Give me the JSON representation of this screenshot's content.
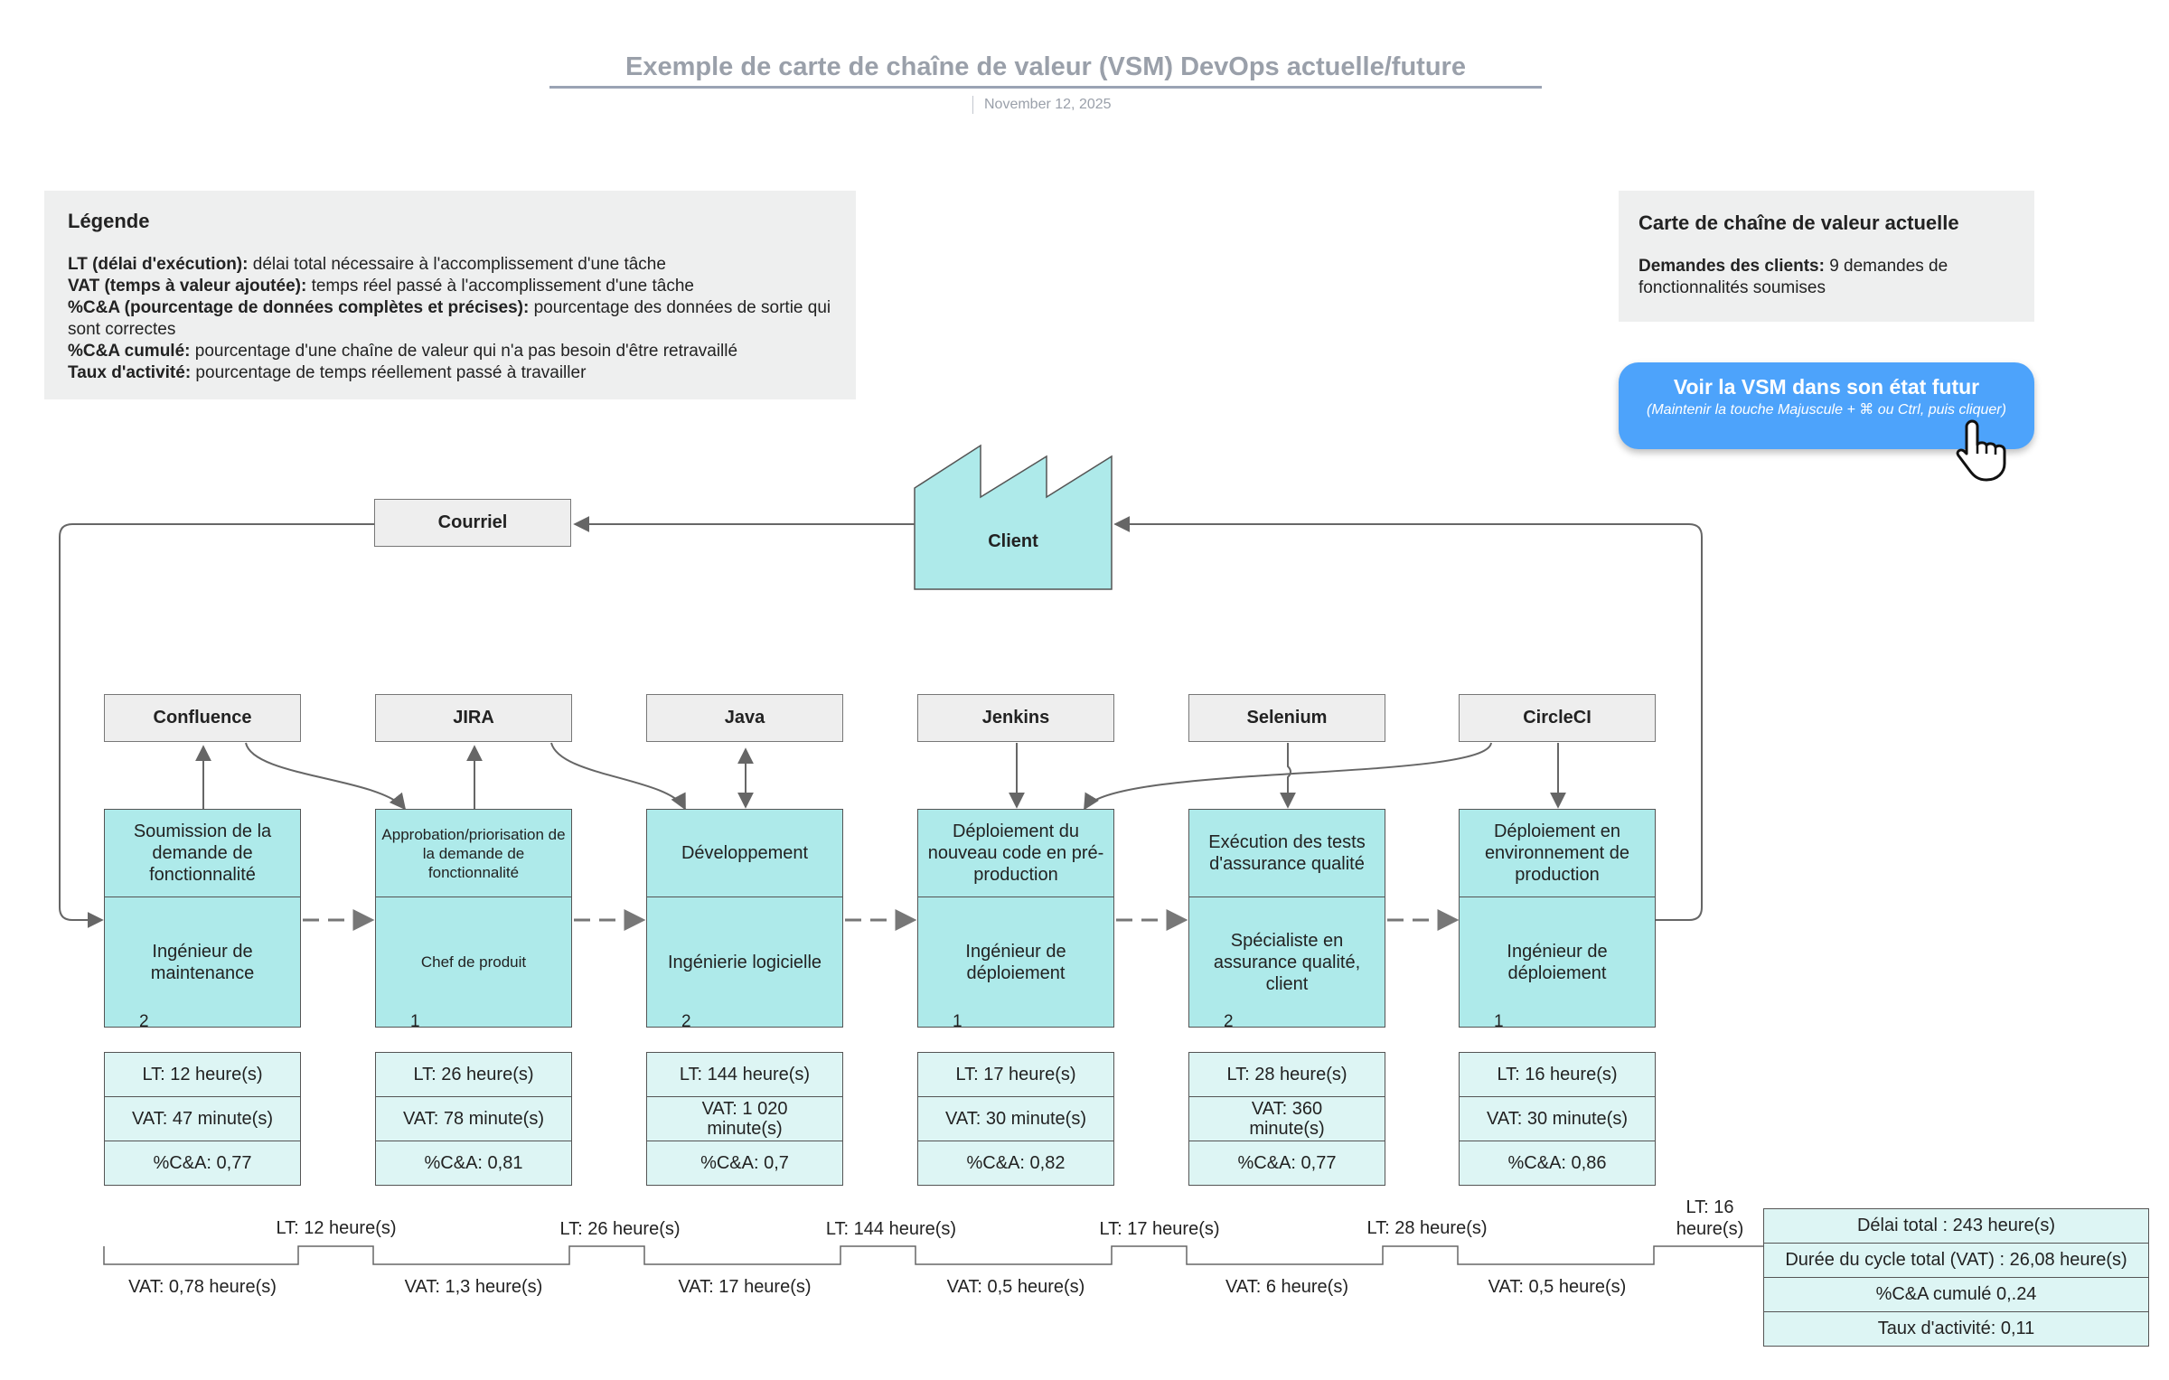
{
  "title": "Exemple de carte de chaîne de valeur (VSM) DevOps actuelle/future",
  "date": "November 12, 2025",
  "legend": {
    "title": "Légende",
    "rows": [
      {
        "term": "LT (délai d'exécution):",
        "desc": " délai total nécessaire à l'accomplissement d'une tâche"
      },
      {
        "term": "VAT (temps à valeur ajoutée):",
        "desc": " temps réel passé à l'accomplissement d'une tâche"
      },
      {
        "term": "%C&A (pourcentage de données complètes et précises):",
        "desc": " pourcentage des données de sortie qui sont correctes"
      },
      {
        "term": "%C&A cumulé:",
        "desc": " pourcentage d'une chaîne de valeur qui n'a pas besoin d'être retravaillé"
      },
      {
        "term": "Taux d'activité:",
        "desc": " pourcentage de temps réellement passé à travailler"
      }
    ]
  },
  "current_state": {
    "title": "Carte de chaîne de valeur actuelle",
    "demand_term": "Demandes des clients:",
    "demand_desc": " 9 demandes de fonctionnalités soumises"
  },
  "future_button": {
    "label": "Voir la VSM dans son état futur",
    "hint": "(Maintenir la touche Majuscule + ⌘ ou Ctrl, puis cliquer)"
  },
  "courriel": "Courriel",
  "client": "Client",
  "tools": [
    "Confluence",
    "JIRA",
    "Java",
    "Jenkins",
    "Selenium",
    "CircleCI"
  ],
  "processes": [
    {
      "title": "Soumission de la demande de fonctionnalité",
      "role": "Ingénieur de maintenance",
      "operators": "2",
      "lt": "LT:  12 heure(s)",
      "vat": "VAT:  47 minute(s)",
      "ca": "%C&A: 0,77"
    },
    {
      "title": "Approbation/priorisation de la demande de fonctionnalité",
      "role": "Chef de produit",
      "operators": "1",
      "lt": "LT:  26 heure(s)",
      "vat": "VAT:  78 minute(s)",
      "ca": "%C&A: 0,81"
    },
    {
      "title": "Développement",
      "role": "Ingénierie logicielle",
      "operators": "2",
      "lt": "LT:  144 heure(s)",
      "vat": "VAT:  1 020 minute(s)",
      "ca": "%C&A: 0,7"
    },
    {
      "title": "Déploiement du nouveau code en pré-production",
      "role": "Ingénieur de déploiement",
      "operators": "1",
      "lt": "LT:  17 heure(s)",
      "vat": "VAT:  30 minute(s)",
      "ca": "%C&A: 0,82"
    },
    {
      "title": "Exécution des tests d'assurance qualité",
      "role": "Spécialiste en assurance qualité, client",
      "operators": "2",
      "lt": "LT:  28 heure(s)",
      "vat": "VAT:  360 minute(s)",
      "ca": "%C&A: 0,77"
    },
    {
      "title": "Déploiement en environnement de production",
      "role": "Ingénieur de déploiement",
      "operators": "1",
      "lt": "LT:  16 heure(s)",
      "vat": "VAT:  30 minute(s)",
      "ca": "%C&A: 0,86"
    }
  ],
  "timeline": {
    "lt": [
      "LT: 12 heure(s)",
      "LT: 26 heure(s)",
      "LT: 144 heure(s)",
      "LT: 17 heure(s)",
      "LT: 28 heure(s)",
      "LT: 16 heure(s)"
    ],
    "vat": [
      "VAT:  0,78 heure(s)",
      "VAT:  1,3 heure(s)",
      "VAT:  17 heure(s)",
      "VAT:  0,5 heure(s)",
      "VAT:  6 heure(s)",
      "VAT:  0,5 heure(s)"
    ]
  },
  "summary": {
    "total_lead": "Délai total : 243 heure(s)",
    "total_cycle": "Durée du cycle total (VAT) : 26,08 heure(s)",
    "cumulative_ca": "%C&A cumulé 0,.24",
    "activity_rate": "Taux d'activité: 0,11"
  },
  "colors": {
    "process_fill": "#aeeaea",
    "metrics_fill": "#ddf5f4",
    "button_blue": "#4da3fb",
    "panel_grey": "#eeefef"
  }
}
